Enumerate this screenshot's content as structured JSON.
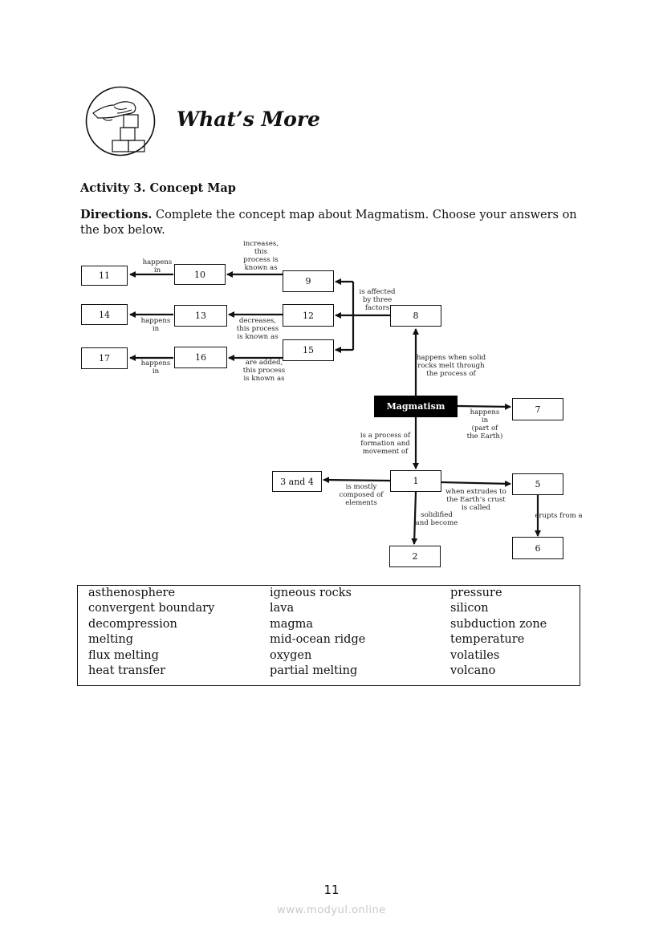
{
  "header": {
    "section_title": "What’s More"
  },
  "activity": {
    "title": "Activity 3. Concept Map",
    "directions_label": "Directions.",
    "directions_text": " Complete the concept map about Magmatism. Choose your answers on the box below."
  },
  "concept_map": {
    "center": "Magmatism",
    "boxes": {
      "b1": "1",
      "b2": "2",
      "b3and4": "3 and 4",
      "b5": "5",
      "b6": "6",
      "b7": "7",
      "b8": "8",
      "b9": "9",
      "b10": "10",
      "b11": "11",
      "b12": "12",
      "b13": "13",
      "b14": "14",
      "b15": "15",
      "b16": "16",
      "b17": "17"
    },
    "labels": {
      "increases": "increases,\nthis\nprocess is\nknown as",
      "happens_in_1": "happens\nin",
      "happens_in_2": "happens\nin",
      "happens_in_3": "happens\nin",
      "affected": "is affected\nby three\nfactors",
      "decreases": "decreases,\nthis process\nis known as",
      "are_added": "are added,\nthis process\nis known as",
      "happens_when": "happens when solid\nrocks melt through\nthe process of",
      "happens_in_part": "happens\nin\n(part of\nthe Earth)",
      "process_of": "is a process of\nformation and\nmovement of",
      "mostly_composed": "is mostly\ncomposed of\nelements",
      "when_extrudes": "when extrudes to\nthe Earth’s crust\nis called",
      "solidified": "solidified\nand become",
      "erupts": "erupts from a"
    }
  },
  "word_bank": {
    "col1": [
      "asthenosphere",
      "convergent boundary",
      "decompression",
      "melting",
      "flux melting",
      "heat transfer"
    ],
    "col2": [
      "igneous rocks",
      "lava",
      "magma",
      "mid-ocean ridge",
      "oxygen",
      "partial melting"
    ],
    "col3": [
      "pressure",
      "silicon",
      "subduction zone",
      "temperature",
      "volatiles",
      "volcano"
    ]
  },
  "footer": {
    "page_number": "11",
    "watermark": "www.modyul.online"
  }
}
